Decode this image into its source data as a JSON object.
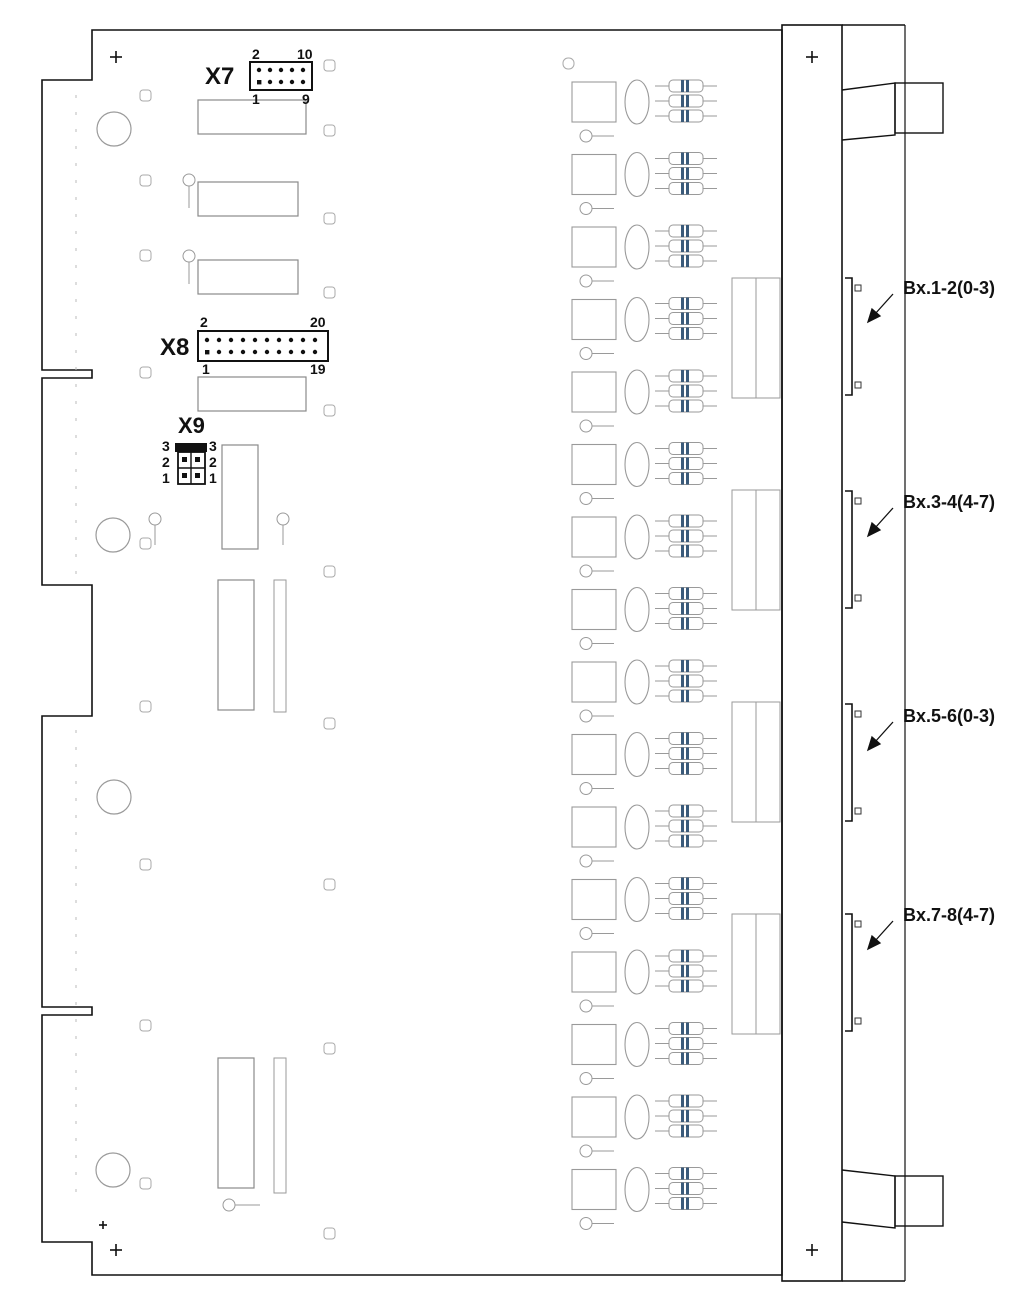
{
  "connectors": {
    "x7": {
      "name": "X7",
      "pins": {
        "top_left": "2",
        "top_right": "10",
        "bottom_left": "1",
        "bottom_right": "9"
      }
    },
    "x8": {
      "name": "X8",
      "pins": {
        "top_left": "2",
        "top_right": "20",
        "bottom_left": "1",
        "bottom_right": "19"
      }
    },
    "x9": {
      "name": "X9",
      "pins": {
        "left": [
          "3",
          "2",
          "1"
        ],
        "right": [
          "3",
          "2",
          "1"
        ]
      }
    }
  },
  "inputs": [
    {
      "label": "Bx.1-2(0-3)"
    },
    {
      "label": "Bx.3-4(4-7)"
    },
    {
      "label": "Bx.5-6(0-3)"
    },
    {
      "label": "Bx.7-8(4-7)"
    }
  ],
  "colors": {
    "line": "#111111",
    "component": "#9a9a9a",
    "resistor_band": "#3a5a7a",
    "background": "#ffffff"
  }
}
